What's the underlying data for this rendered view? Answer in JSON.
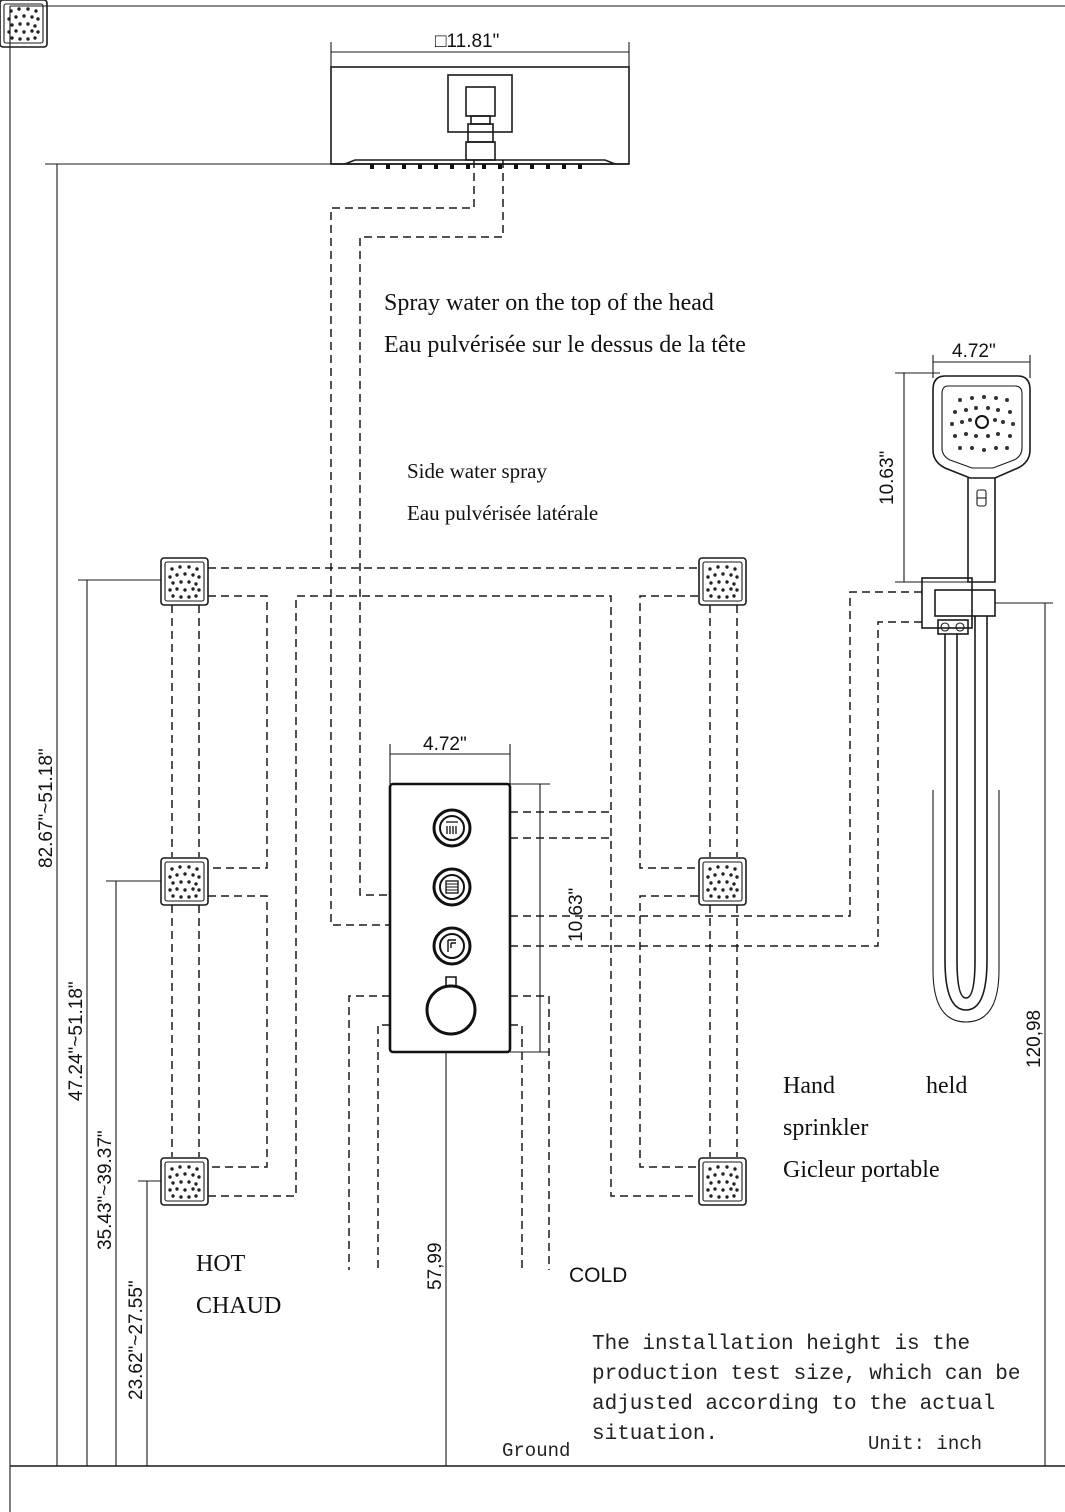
{
  "dimensions": {
    "rain_head_size": "□11.81\"",
    "hand_shower_width": "4.72\"",
    "hand_shower_length": "10.63\"",
    "valve_width": "4.72\"",
    "valve_height": "10.63\"",
    "rain_head_height": "82.67\"~51.18\"",
    "top_jet_height": "47.24\"~51.18\"",
    "middle_jet_height": "35.43\"~39.37\"",
    "bottom_jet_height": "23.62\"~27.55\"",
    "valve_height_from_ground": "57,99",
    "handshower_bracket_height": "120,98"
  },
  "labels": {
    "spray_top_en": "Spray water on the top of the head",
    "spray_top_fr": "Eau pulvérisée sur le dessus de la tête",
    "side_spray_en": "Side water spray",
    "side_spray_fr": "Eau pulvérisée latérale",
    "hand_held_word1": "Hand",
    "hand_held_word2": "held",
    "hand_held_word3": "sprinkler",
    "hand_held_fr": "Gicleur portable",
    "hot_en": "HOT",
    "hot_fr": "CHAUD",
    "cold": "COLD",
    "ground": "Ground",
    "unit": "Unit: inch",
    "note_lines": [
      "The installation height is the",
      "production test size, which can be",
      "adjusted according to the actual",
      "situation."
    ]
  },
  "icons": [
    "rain-shower-head-icon",
    "body-jet-icon",
    "hand-shower-icon",
    "thermostatic-valve-icon",
    "function-button-icon",
    "temperature-knob-icon"
  ]
}
